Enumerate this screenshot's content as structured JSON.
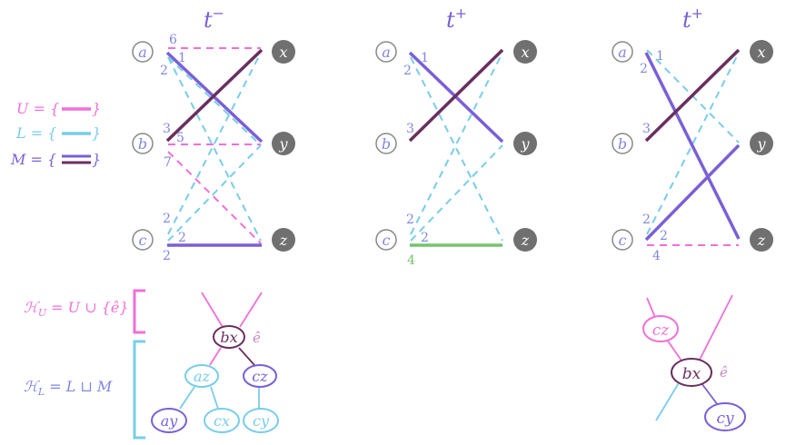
{
  "colors": {
    "U": "#f06fd8",
    "L": "#78cde8",
    "M_dark": "#6a2f5e",
    "M_light": "#7b5fd6",
    "label_blue": "#7f86e0",
    "green": "#74c46e",
    "gray_node": "#707070"
  },
  "panels": [
    {
      "title_base": "t",
      "title_sup": "−",
      "left_nodes": [
        "a",
        "b",
        "c"
      ],
      "right_nodes": [
        "x",
        "y",
        "z"
      ],
      "labels": {
        "a_top": "6",
        "a_right": "1",
        "a_below": "2",
        "b_above": "3",
        "b_right": "5",
        "b_below": "7",
        "c_above": "2",
        "c_right": "2",
        "c_below": "2"
      }
    },
    {
      "title_base": "t",
      "title_sup": "+",
      "left_nodes": [
        "a",
        "b",
        "c"
      ],
      "right_nodes": [
        "x",
        "y",
        "z"
      ],
      "labels": {
        "a_right": "1",
        "a_below": "2",
        "b_above": "3",
        "c_above": "2",
        "c_right": "2",
        "c_below": "4"
      }
    },
    {
      "title_base": "t",
      "title_sup": "+",
      "left_nodes": [
        "a",
        "b",
        "c"
      ],
      "right_nodes": [
        "x",
        "y",
        "z"
      ],
      "labels": {
        "a_right": "1",
        "a_below": "2",
        "b_above": "3",
        "c_above": "2",
        "c_right": "2",
        "c_below": "4"
      }
    }
  ],
  "legend": {
    "U": "U = {",
    "L": "L = {",
    "M": "M = {",
    "close": "}"
  },
  "hierarchy": {
    "HU_label": "ℋ",
    "HU_sub": "U",
    "HU_rest": " = U ∪ {ê}",
    "HL_label": "ℋ",
    "HL_sub": "L",
    "HL_rest": " = L ⊔ M",
    "e_hat": "ê",
    "tree1": {
      "root": "bx",
      "mid_left": "az",
      "mid_right": "cz",
      "leaves": [
        "ay",
        "cx",
        "cy"
      ]
    },
    "tree2": {
      "top": "cz",
      "center": "bx",
      "bottom": "cy"
    }
  }
}
